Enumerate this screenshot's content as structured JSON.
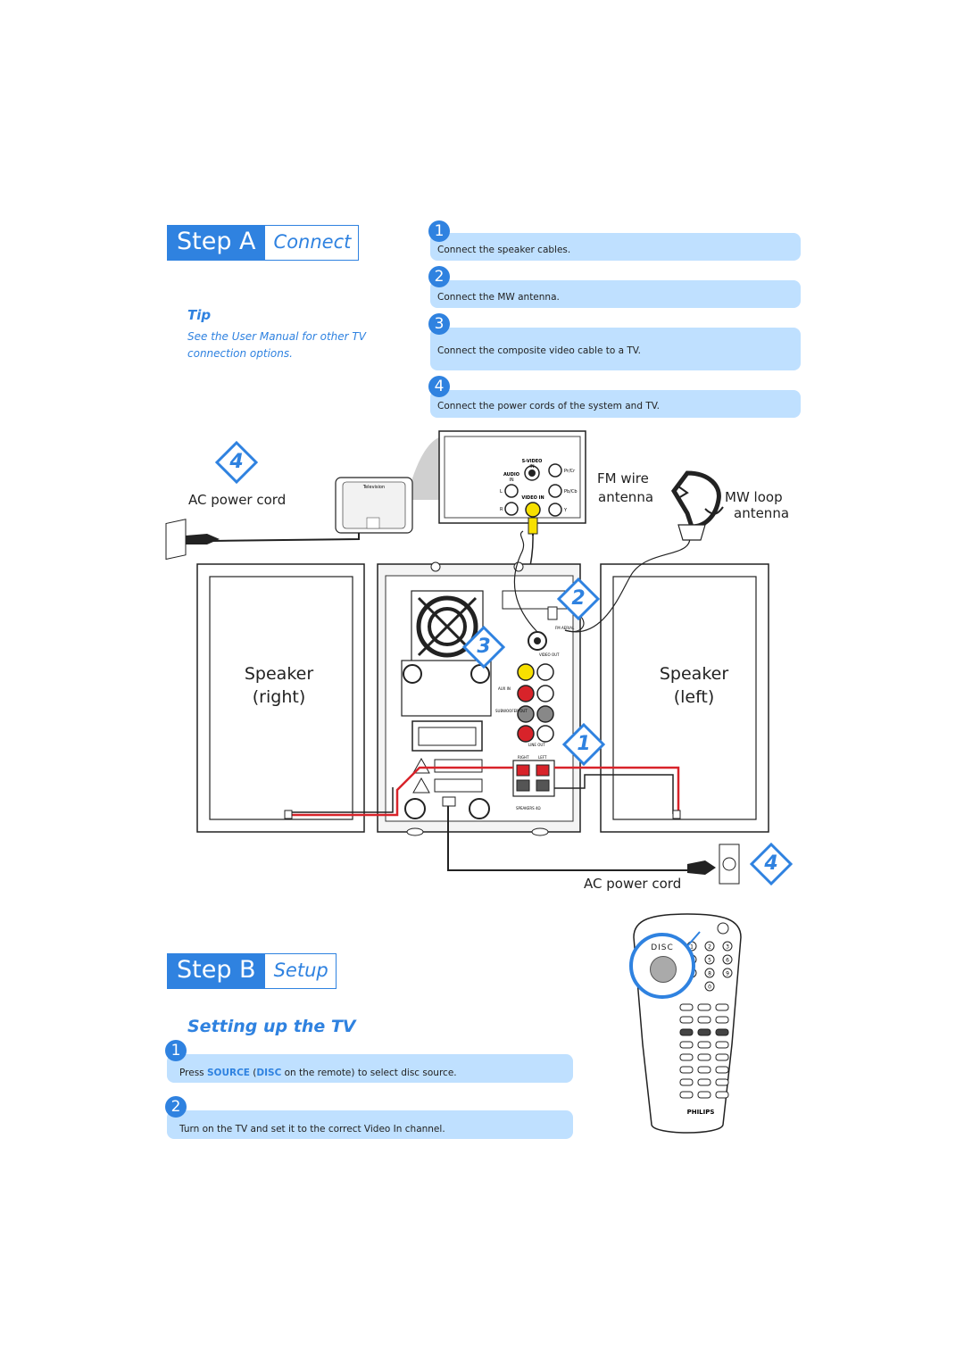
{
  "step_a": {
    "label": "Step A",
    "sub": "Connect"
  },
  "tip": {
    "title": "Tip",
    "line1": "See the User Manual for other TV",
    "line2": "connection options."
  },
  "steps_a": [
    {
      "num": "1",
      "text": "Connect the speaker cables."
    },
    {
      "num": "2",
      "text": "Connect the MW antenna."
    },
    {
      "num": "3",
      "text": "Connect the composite video cable to a TV."
    },
    {
      "num": "4",
      "text": "Connect the power cords of the system and TV."
    }
  ],
  "diagram": {
    "callouts": [
      "4",
      "2",
      "3",
      "1",
      "4"
    ],
    "ac_power_cord_left": "AC power cord",
    "ac_power_cord_right": "AC power cord",
    "fm_wire": "FM wire",
    "fm_antenna": "antenna",
    "mw_loop": "MW loop",
    "mw_antenna": "antenna",
    "speaker_right": [
      "Speaker",
      "right)"
    ],
    "speaker_left": [
      "Speaker",
      "left)"
    ],
    "tv_label": "Television",
    "panel_labels": {
      "svideo": "S-VIDEO",
      "svideo_in": "IN",
      "audio": "AUDIO",
      "audio_in": "IN",
      "video_in": "VIDEO IN",
      "pr": "Pr/Cr",
      "pb": "Pb/Cb",
      "y": "Y",
      "l": "L",
      "r": "R"
    },
    "back_labels": {
      "aux_in": "AUX IN",
      "subwoofer_out": "SUBWOOFER OUT",
      "line_out": "LINE OUT",
      "video_out": "VIDEO OUT",
      "fm_aerial": "FM AERIAL",
      "right": "RIGHT",
      "left": "LEFT",
      "speakers": "SPEAKERS 4Ω"
    }
  },
  "step_b": {
    "label": "Step B",
    "sub": "Setup"
  },
  "setup_title": "Setting up the TV",
  "steps_b": [
    {
      "num": "1",
      "pre": "Press ",
      "source": "SOURCE",
      "mid": " (",
      "disc": "DISC",
      "post": " on the remote) to select disc source."
    },
    {
      "num": "2",
      "text": "Turn on the TV and set it to the correct Video In channel."
    }
  ],
  "remote": {
    "disc_label": "DISC",
    "brand": "PHILIPS",
    "keypad": [
      "1",
      "2",
      "3",
      "4",
      "5",
      "6",
      "7",
      "8",
      "9",
      "0"
    ]
  },
  "colors": {
    "accent": "#2f82e0",
    "box": "#bfe0ff",
    "red_wire": "#d8232a",
    "yellow": "#f7e000"
  }
}
